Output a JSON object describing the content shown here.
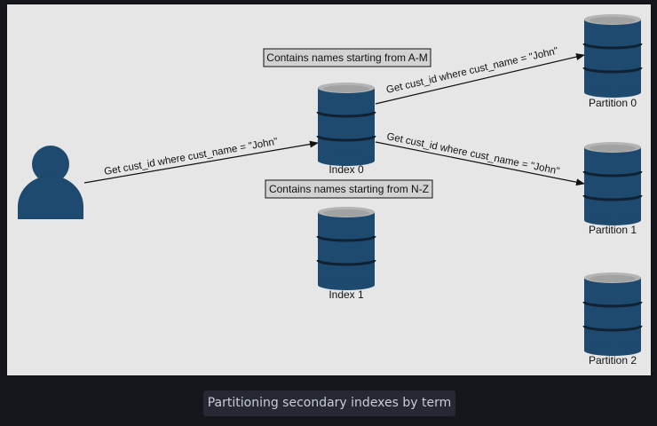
{
  "diagram": {
    "user_icon": "person-icon",
    "requests": {
      "client_to_index": "Get cust_id where cust_name = \"John\"",
      "index_to_partition0": "Get cust_id where cust_name = \"John\"",
      "index_to_partition1": "Get cust_id where cust_name = \"John\""
    },
    "notes": {
      "index0_range": "Contains names starting from A-M",
      "index1_range": "Contains names starting from N-Z"
    },
    "indexes": [
      {
        "label": "Index 0",
        "icon": "database-icon"
      },
      {
        "label": "Index 1",
        "icon": "database-icon"
      }
    ],
    "partitions": [
      {
        "label": "Partition 0",
        "icon": "database-icon"
      },
      {
        "label": "Partition 1",
        "icon": "database-icon"
      },
      {
        "label": "Partition 2",
        "icon": "database-icon"
      }
    ],
    "colors": {
      "db_body": "#1d4a6e",
      "db_top": "#b4b4b4",
      "user": "#1d4a6e",
      "background": "#e6e6e6"
    }
  },
  "caption": "Partitioning secondary indexes by term"
}
